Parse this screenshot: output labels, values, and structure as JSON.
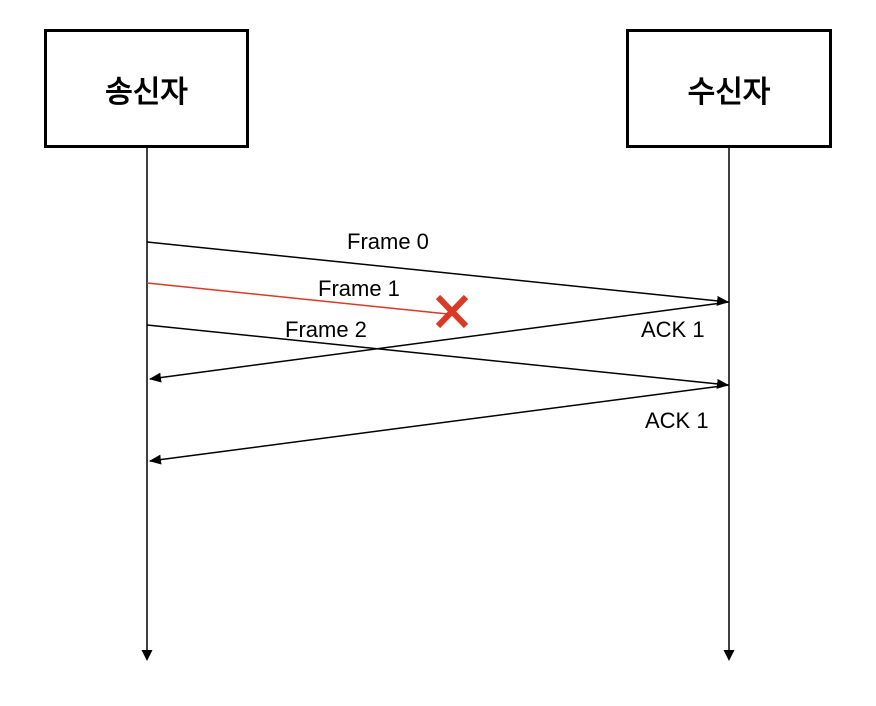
{
  "sender": {
    "label": "송신자"
  },
  "receiver": {
    "label": "수신자"
  },
  "messages": [
    {
      "id": "frame0",
      "label": "Frame 0",
      "direction": "sender-to-receiver",
      "status": "delivered"
    },
    {
      "id": "frame1",
      "label": "Frame 1",
      "direction": "sender-to-receiver",
      "status": "lost"
    },
    {
      "id": "ack1a",
      "label": "ACK 1",
      "direction": "receiver-to-sender",
      "status": "delivered"
    },
    {
      "id": "frame2",
      "label": "Frame 2",
      "direction": "sender-to-receiver",
      "status": "delivered"
    },
    {
      "id": "ack1b",
      "label": "ACK 1",
      "direction": "receiver-to-sender",
      "status": "delivered"
    }
  ],
  "colors": {
    "line": "#000000",
    "lost": "#d93a26"
  },
  "icons": {
    "lost_marker": "cross-icon"
  }
}
